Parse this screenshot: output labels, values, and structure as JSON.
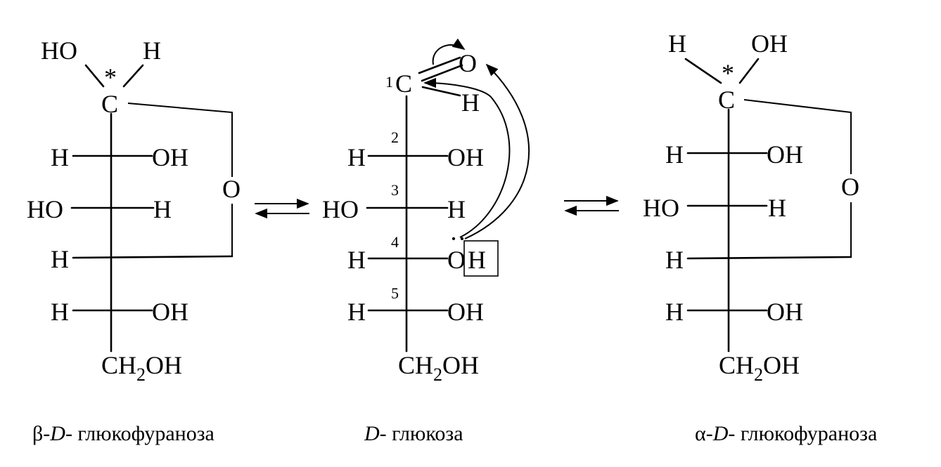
{
  "structures": {
    "beta": {
      "anomeric": {
        "left": "HO",
        "right": "H",
        "star": "*",
        "carbon": "C"
      },
      "rows": [
        {
          "left": "H",
          "right": "OH"
        },
        {
          "left": "HO",
          "right": "H"
        },
        {
          "left": "H"
        },
        {
          "left": "H",
          "right": "OH"
        }
      ],
      "ring_o": "O",
      "bottom": {
        "pre": "CH",
        "sub": "2",
        "post": "OH"
      }
    },
    "open": {
      "carbon_num": "1",
      "carbon": "C",
      "carbonyl_o": "O",
      "aldehyde_h": "H",
      "numbers": [
        "2",
        "3",
        "4",
        "5"
      ],
      "rows": [
        {
          "left": "H",
          "right": "OH"
        },
        {
          "left": "HO",
          "right": "H"
        },
        {
          "left": "H",
          "right_o": "O",
          "right_h": "H",
          "lone_pair": "··"
        },
        {
          "left": "H",
          "right": "OH"
        }
      ],
      "bottom": {
        "pre": "CH",
        "sub": "2",
        "post": "OH"
      }
    },
    "alpha": {
      "anomeric": {
        "left": "H",
        "right": "OH",
        "star": "*",
        "carbon": "C"
      },
      "rows": [
        {
          "left": "H",
          "right": "OH"
        },
        {
          "left": "HO",
          "right": "H"
        },
        {
          "left": "H"
        },
        {
          "left": "H",
          "right": "OH"
        }
      ],
      "ring_o": "O",
      "bottom": {
        "pre": "CH",
        "sub": "2",
        "post": "OH"
      }
    }
  },
  "captions": {
    "beta": {
      "greek": "β-",
      "d": "D",
      "rest": "- глюкофураноза"
    },
    "open": {
      "d": "D",
      "rest": "- глюкоза"
    },
    "alpha": {
      "greek": "α-",
      "d": "D",
      "rest": "- глюкофураноза"
    }
  }
}
